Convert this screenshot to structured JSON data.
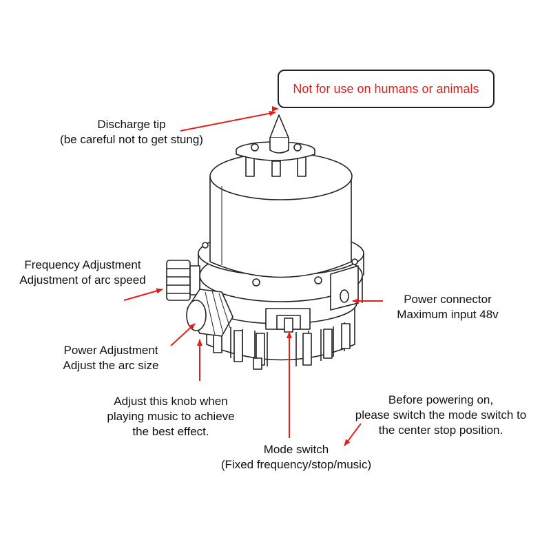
{
  "warning": "Not for use on humans or animals",
  "labels": {
    "discharge_tip": [
      "Discharge tip",
      "(be careful not to get stung)"
    ],
    "frequency_adjustment": [
      "Frequency Adjustment",
      "Adjustment of arc speed"
    ],
    "power_adjustment": [
      "Power Adjustment",
      "Adjust the arc size"
    ],
    "music_note": [
      "Adjust this knob when",
      "playing music to achieve",
      "the best effect."
    ],
    "power_connector": [
      "Power connector",
      "Maximum input 48v"
    ],
    "mode_switch": [
      "Mode switch",
      "(Fixed frequency/stop/music)"
    ],
    "before_powering": [
      "Before powering on,",
      "please switch the mode switch to",
      "the center stop position."
    ]
  },
  "colors": {
    "arrow": "#e0201c",
    "warning_text": "#e0201c",
    "line": "#222222"
  }
}
